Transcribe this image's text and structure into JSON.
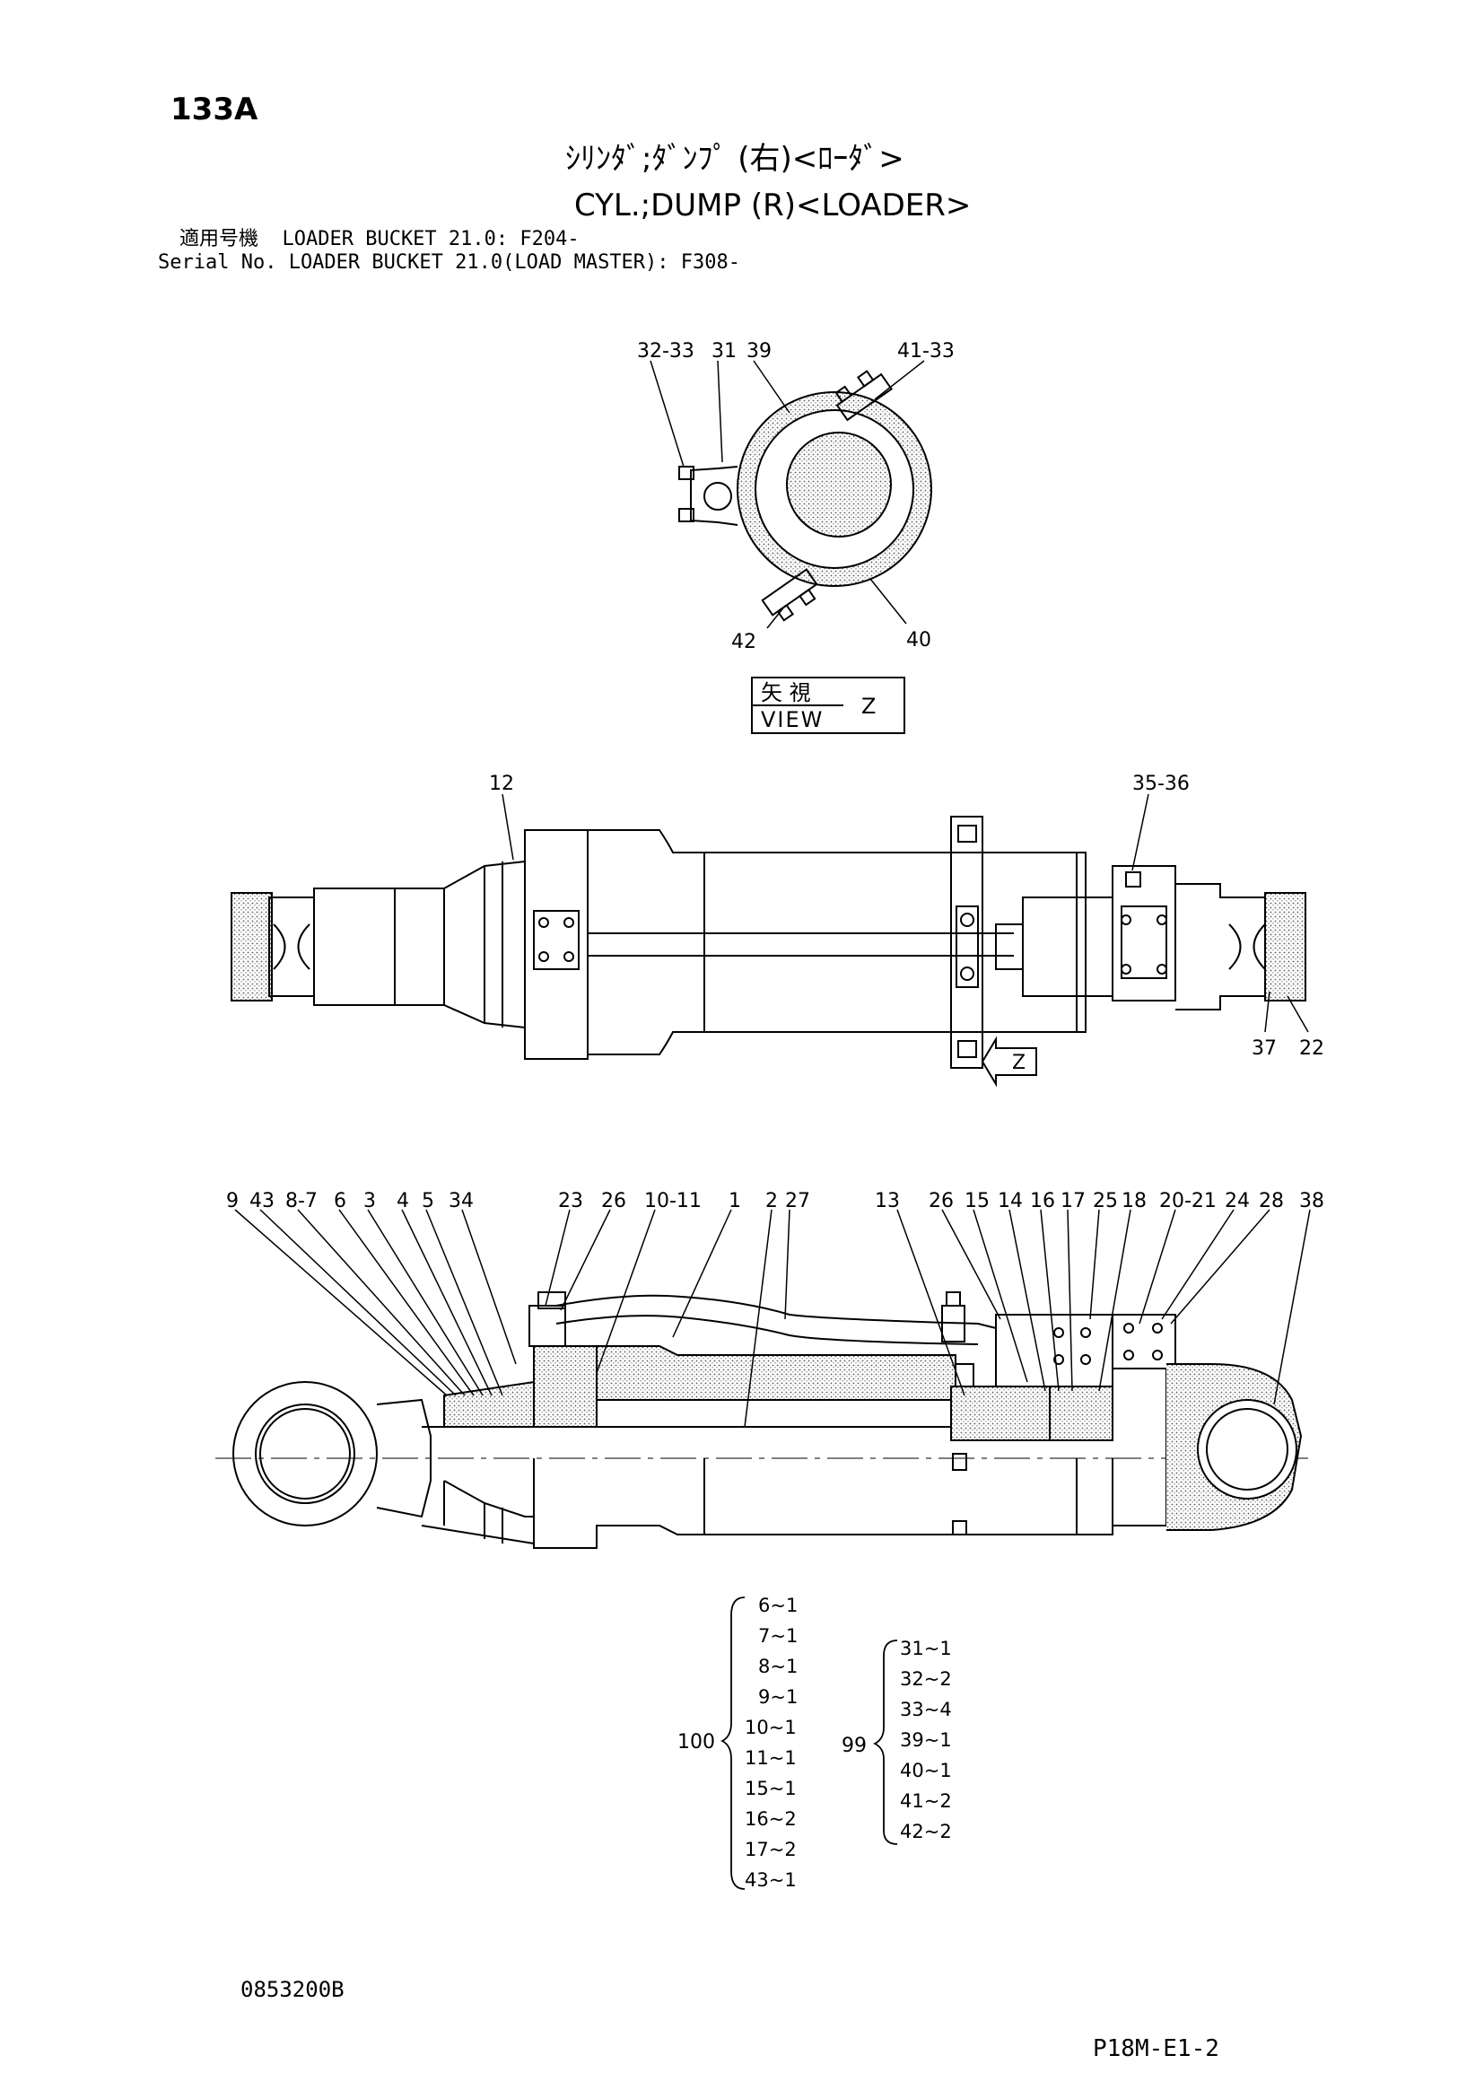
{
  "header": {
    "page_number": "133A",
    "title_jp": "ｼﾘﾝﾀﾞ;ﾀﾞﾝﾌﾟ (右)<ﾛｰﾀﾞ>",
    "title_en": "CYL.;DUMP (R)<LOADER>",
    "serial_line_1": "適用号機  LOADER BUCKET 21.0: F204-",
    "serial_line_2": "Serial No. LOADER BUCKET 21.0(LOAD MASTER): F308-"
  },
  "view_z": {
    "labels": [
      "32-33",
      "31",
      "39",
      "41-33",
      "42",
      "40"
    ],
    "box_jp": "矢  視",
    "box_en": "VIEW",
    "box_letter": "Z"
  },
  "side_view": {
    "labels": [
      "12",
      "35-36",
      "37",
      "22"
    ],
    "arrow_letter": "Z"
  },
  "section_view": {
    "labels_left": [
      "9",
      "43",
      "8-7",
      "6",
      "3",
      "4",
      "5",
      "34"
    ],
    "labels_mid": [
      "23",
      "26",
      "10-11",
      "1",
      "2",
      "27"
    ],
    "labels_right": [
      "13",
      "26",
      "15",
      "14",
      "16",
      "17",
      "25",
      "18",
      "20-21",
      "24",
      "28",
      "38"
    ]
  },
  "kits": {
    "kit_100": {
      "number": "100",
      "items": [
        "6~1",
        "7~1",
        "8~1",
        "9~1",
        "10~1",
        "11~1",
        "15~1",
        "16~2",
        "17~2",
        "43~1"
      ]
    },
    "kit_99": {
      "number": "99",
      "items": [
        "31~1",
        "32~2",
        "33~4",
        "39~1",
        "40~1",
        "41~2",
        "42~2"
      ]
    }
  },
  "footer": {
    "doc_number": "0853200B",
    "page_code": "P18M-E1-2"
  }
}
